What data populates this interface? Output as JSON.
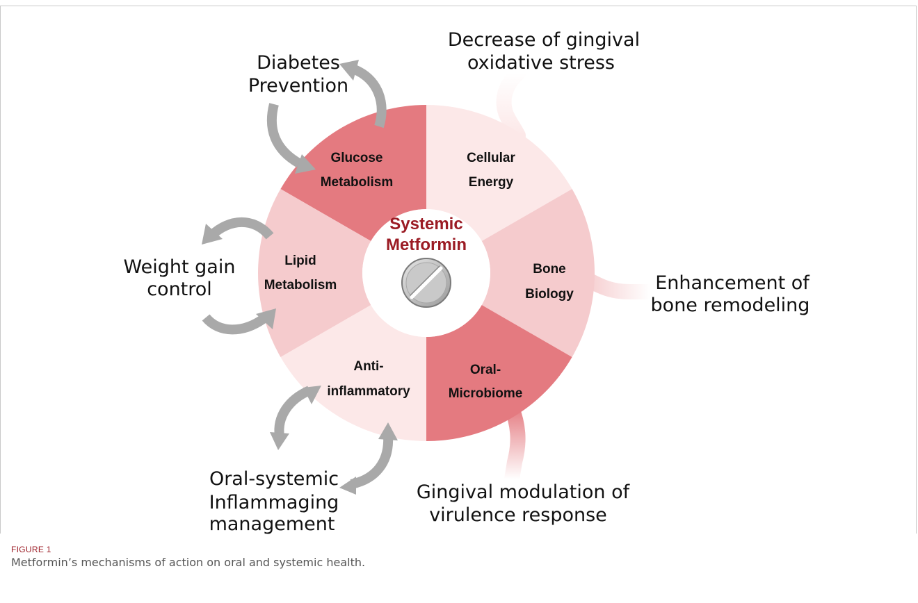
{
  "center": {
    "line1": "Systemic",
    "line2": "Metformin",
    "icon": "pill-tablet-icon"
  },
  "segments": [
    {
      "id": "glucose",
      "line1": "Glucose",
      "line2": "Metabolism",
      "color": "#e47a80"
    },
    {
      "id": "cellular",
      "line1": "Cellular",
      "line2": "Energy",
      "color": "#fce8e8"
    },
    {
      "id": "bone",
      "line1": "Bone",
      "line2": "Biology",
      "color": "#f5cbcd"
    },
    {
      "id": "microbiome",
      "line1": "Oral-",
      "line2": "Microbiome",
      "color": "#e47a80"
    },
    {
      "id": "antiinflammatory",
      "line1": "Anti-",
      "line2": "inflammatory",
      "color": "#fce8e8"
    },
    {
      "id": "lipid",
      "line1": "Lipid",
      "line2": "Metabolism",
      "color": "#f5cbcd"
    }
  ],
  "outcomes": {
    "diabetes": {
      "line1": "Diabetes",
      "line2": "Prevention"
    },
    "oxidative": {
      "line1": "Decrease of gingival",
      "line2": "oxidative stress"
    },
    "bone": {
      "line1": "Enhancement of",
      "line2": "bone remodeling"
    },
    "virulence": {
      "line1": "Gingival modulation of",
      "line2": "virulence response"
    },
    "inflammaging": {
      "line1": "Oral-systemic",
      "line2": "Inflammaging",
      "line3": "management"
    },
    "weight": {
      "line1": "Weight gain",
      "line2": "control"
    }
  },
  "figure": {
    "tag": "FIGURE 1",
    "caption": "Metformin’s mechanisms of action on oral and systemic health."
  },
  "colors": {
    "accent": "#9b1b24",
    "arrow": "#a9a9a9",
    "tail": "#f5cbcd"
  }
}
